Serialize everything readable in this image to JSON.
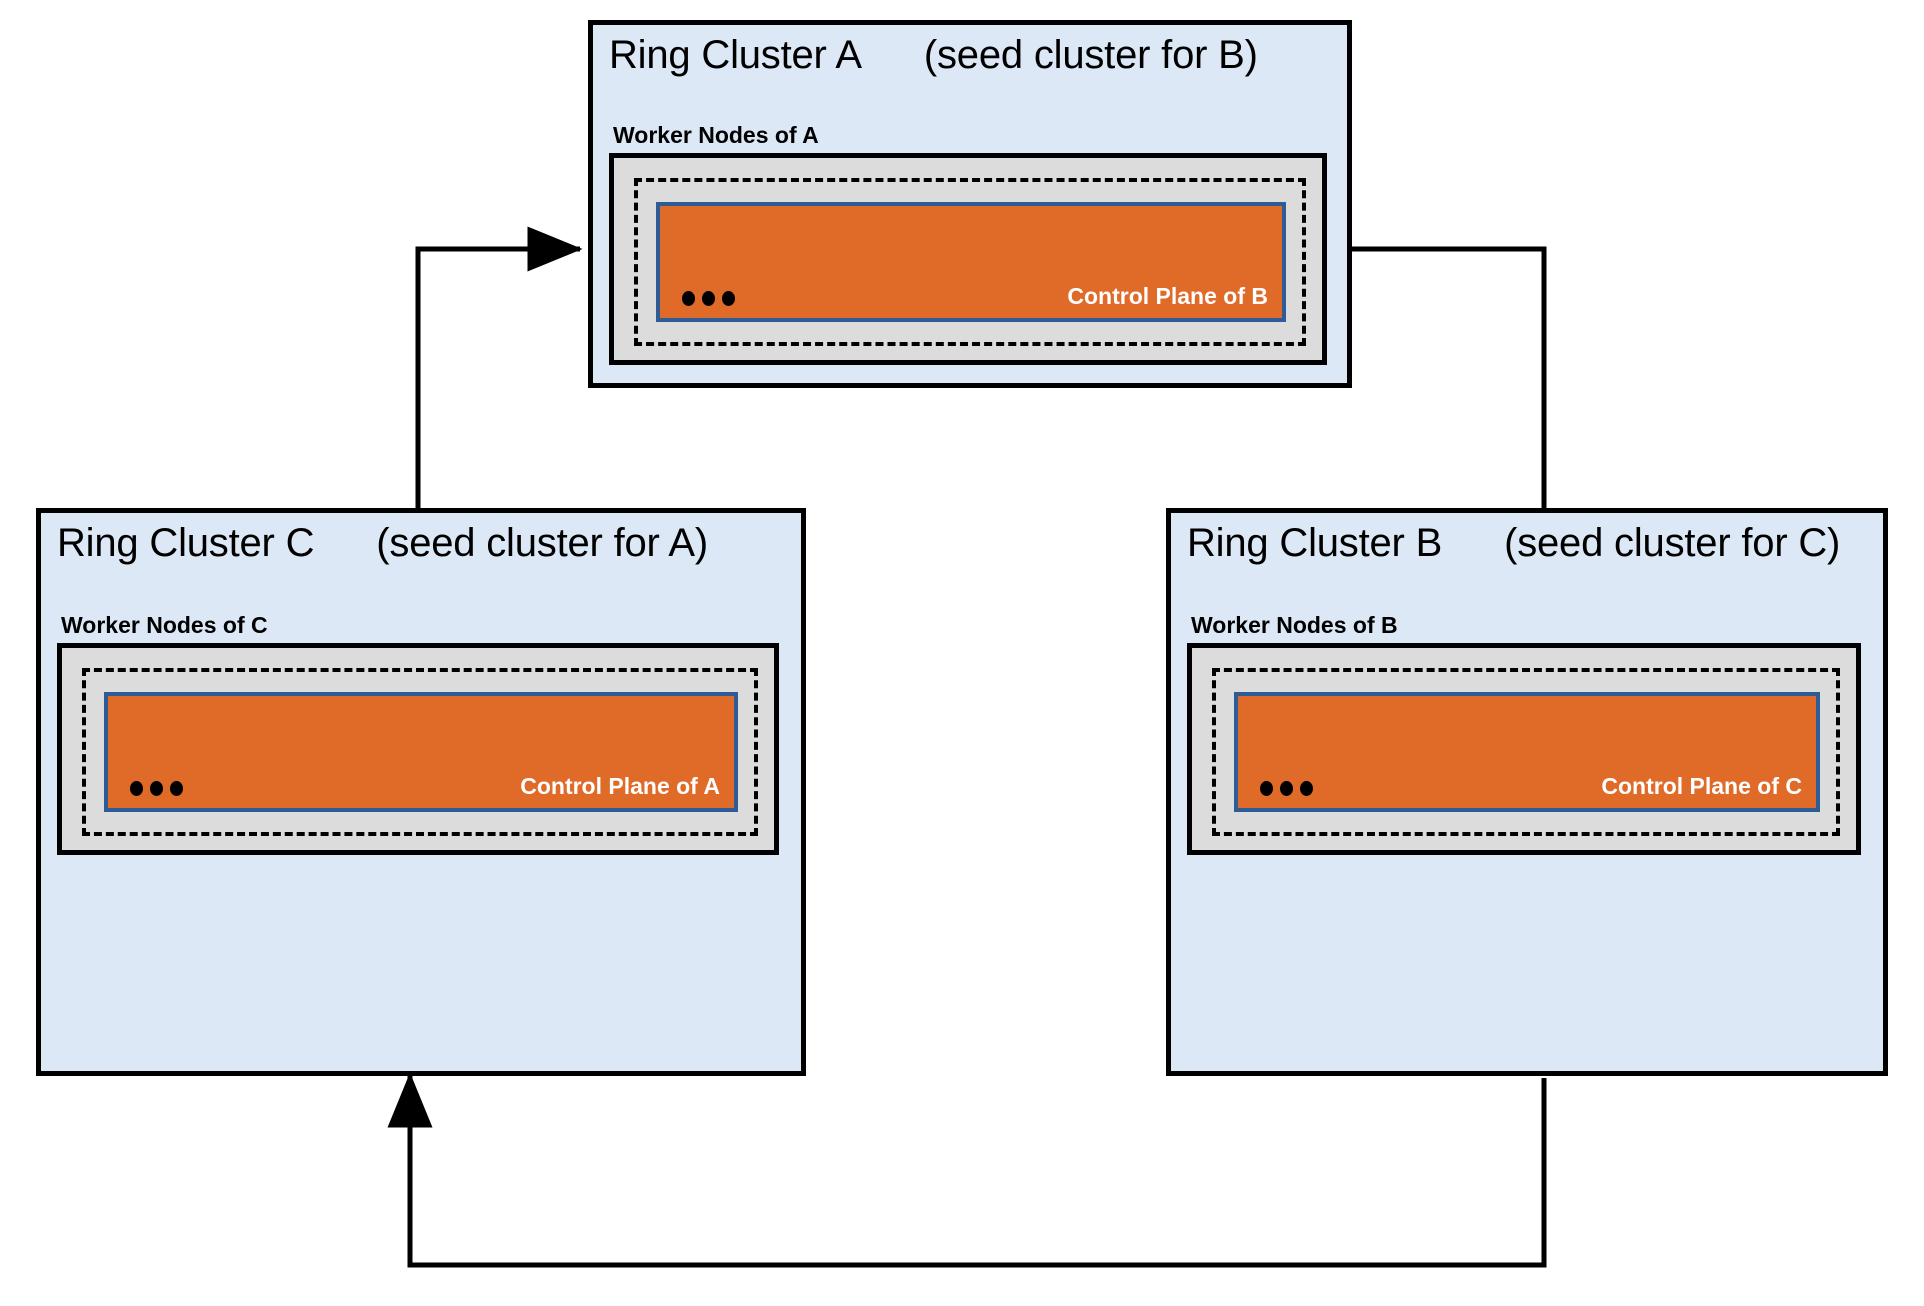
{
  "diagram": {
    "title_pattern": "Ring Cluster {X}   (seed cluster for {Y})",
    "colors": {
      "cluster_background": "#dce8f5",
      "worker_nodes_background": "#dcdcdc",
      "control_plane_fill": "#e06a28",
      "control_plane_border": "#2e5c96",
      "outline": "#000000",
      "control_plane_text": "#ffffff"
    }
  },
  "clusters": [
    {
      "id": "A",
      "name": "Ring Cluster A",
      "seed_note": "(seed cluster for B)",
      "worker_label": "Worker Nodes of A",
      "control_plane_label": "Control Plane of B",
      "ellipsis": "•••"
    },
    {
      "id": "C",
      "name": "Ring Cluster C",
      "seed_note": "(seed cluster for A)",
      "worker_label": "Worker Nodes of C",
      "control_plane_label": "Control Plane of A",
      "ellipsis": "•••"
    },
    {
      "id": "B",
      "name": "Ring Cluster B",
      "seed_note": "(seed cluster for C)",
      "worker_label": "Worker Nodes of B",
      "control_plane_label": "Control Plane of C",
      "ellipsis": "•••"
    }
  ],
  "connectors": [
    {
      "name": "arrow-a-to-b",
      "from": "A",
      "to": "B",
      "direction": "right-then-down"
    },
    {
      "name": "arrow-b-to-c",
      "from": "B",
      "to": "C",
      "direction": "down-then-left-then-up"
    },
    {
      "name": "arrow-c-to-a",
      "from": "C",
      "to": "A",
      "direction": "up-then-right"
    }
  ]
}
